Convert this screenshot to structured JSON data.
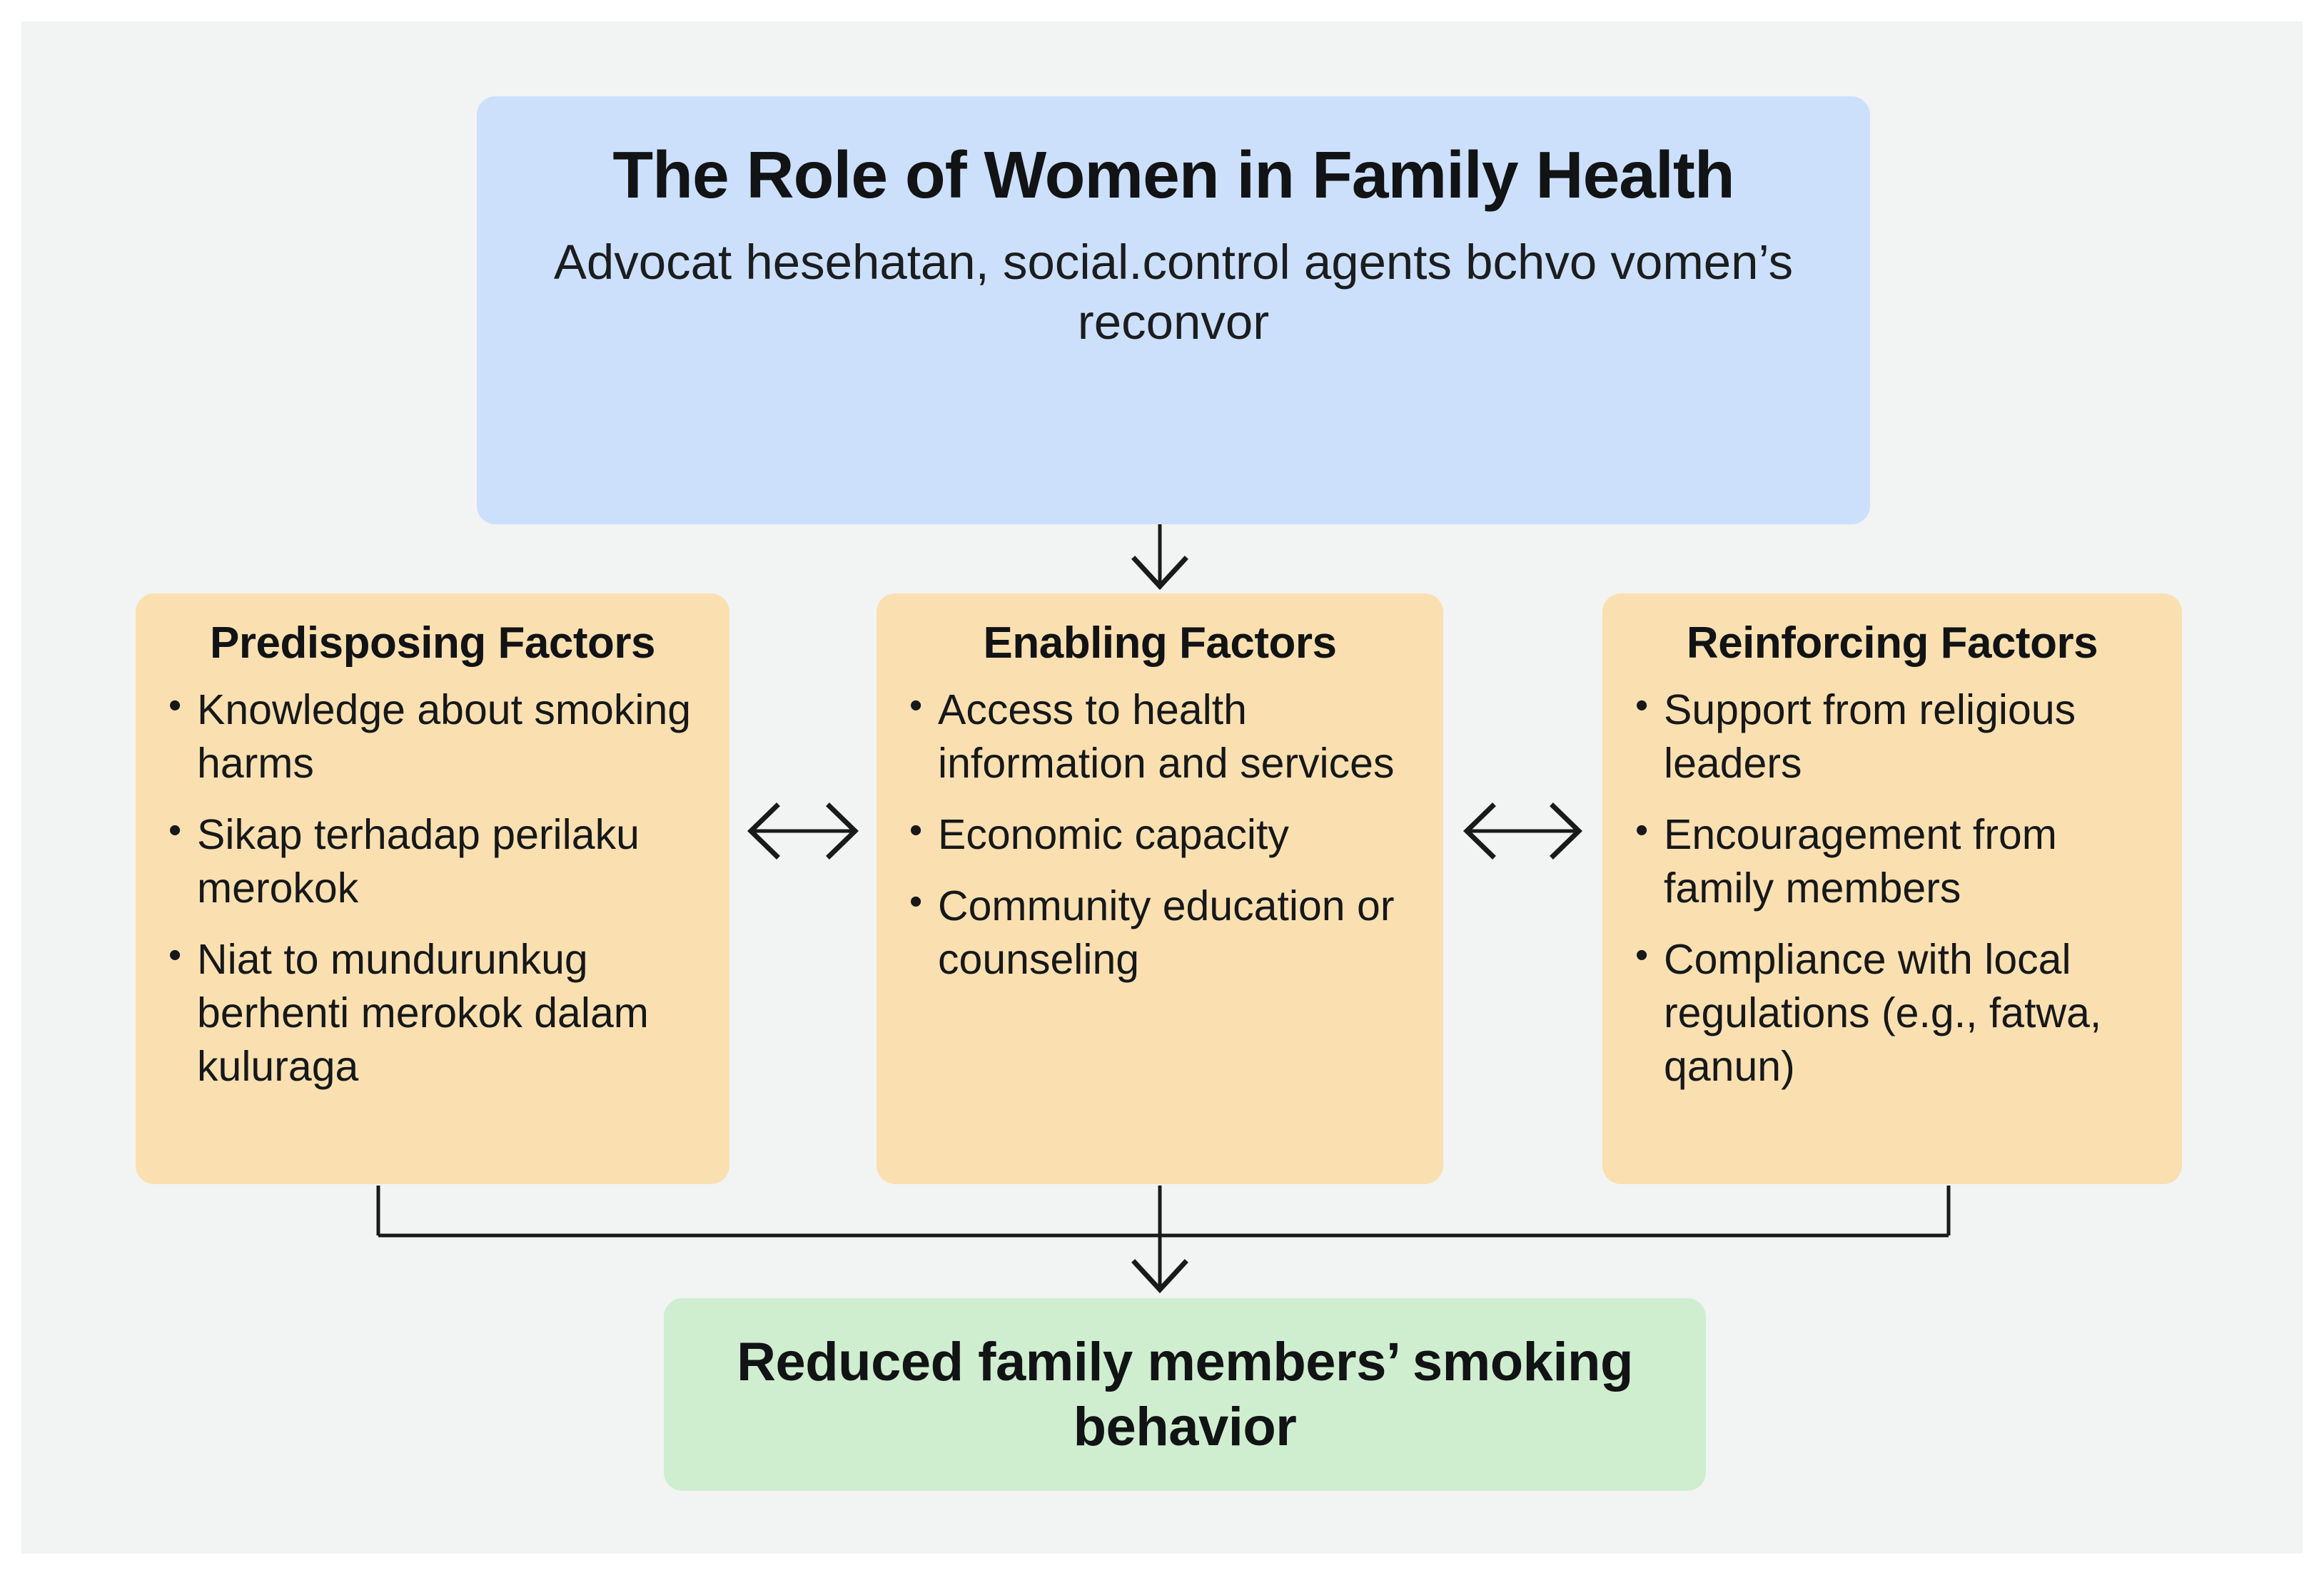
{
  "canvas": {
    "background_color": "#f2f3f3",
    "page_background_color": "#ffffff"
  },
  "header": {
    "title": "The Role of Women in Family Health",
    "subtitle": "Advocat hesehatan, social.control agents bchvo vomen’s reconvor",
    "color": "#cce0fc"
  },
  "factors": {
    "color": "#fae0b0",
    "columns": [
      {
        "id": "predisposing",
        "title": "Predisposing Factors",
        "items": [
          "Knowledge about smoking harms",
          "Sikap terhadap perilaku merokok",
          "Niat to mundurunkug berhenti merokok dalam kuluraga"
        ]
      },
      {
        "id": "enabling",
        "title": "Enabling Factors",
        "items": [
          "Access to health information and services",
          "Economic capacity",
          "Community education or counseling"
        ]
      },
      {
        "id": "reinforcing",
        "title": "Reinforcing Factors",
        "items": [
          "Support from religious leaders",
          "Encouragement from family members",
          "Compliance with local regulations (e.g., fatwa, qanun)"
        ]
      }
    ]
  },
  "outcome": {
    "text": "Reduced family members’ smoking behavior",
    "color": "#cfeecf"
  },
  "connectors": {
    "line_color": "#1a1a1a",
    "header_to_enabling": "arrow-down-icon",
    "predisposing_enabling": "arrow-left-right-icon",
    "enabling_reinforcing": "arrow-left-right-icon",
    "factors_to_outcome": "bracket-arrow-down-icon"
  }
}
